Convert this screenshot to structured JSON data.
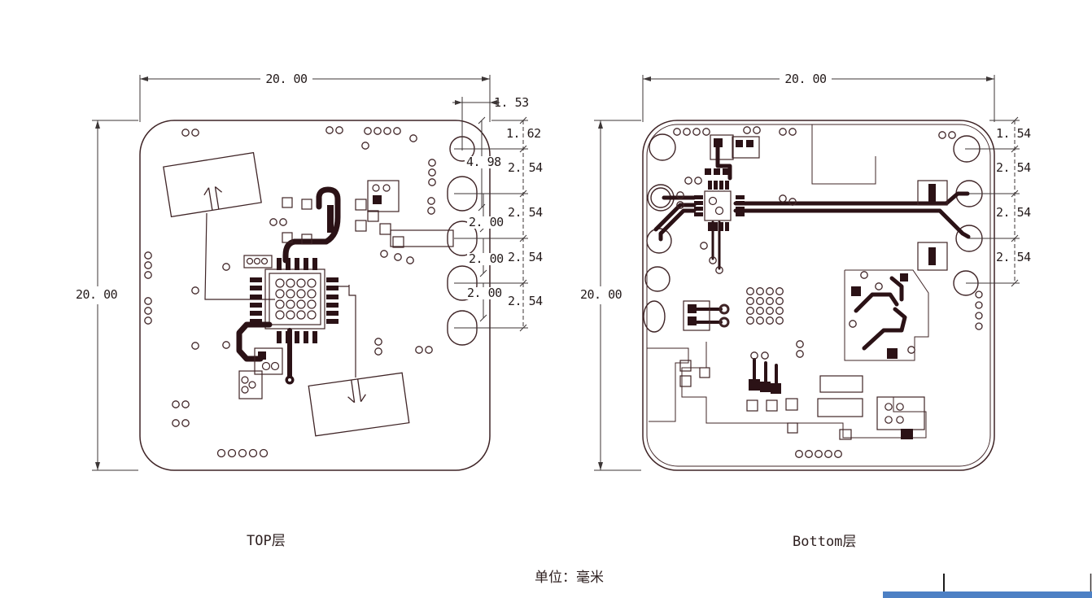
{
  "drawing": {
    "boards": {
      "top": {
        "caption": "TOP层",
        "dim_width": "20. 00",
        "dim_height": "20. 00",
        "dim_153": "1. 53",
        "dim_162": "1. 62",
        "dim_498": "4. 98",
        "dim_254": "2. 54",
        "dim_200": "2. 00"
      },
      "bottom": {
        "caption": "Bottom层",
        "dim_width": "20. 00",
        "dim_height": "20. 00",
        "dim_154": "1. 54",
        "dim_254": "2. 54"
      }
    },
    "footer": {
      "units_label": "单位：毫米"
    },
    "colors": {
      "outline": "#3f2426",
      "trace_dark": "#2b1216",
      "dimension_line": "#3c3636",
      "scrollbar_blue": "#4d80c4"
    }
  }
}
